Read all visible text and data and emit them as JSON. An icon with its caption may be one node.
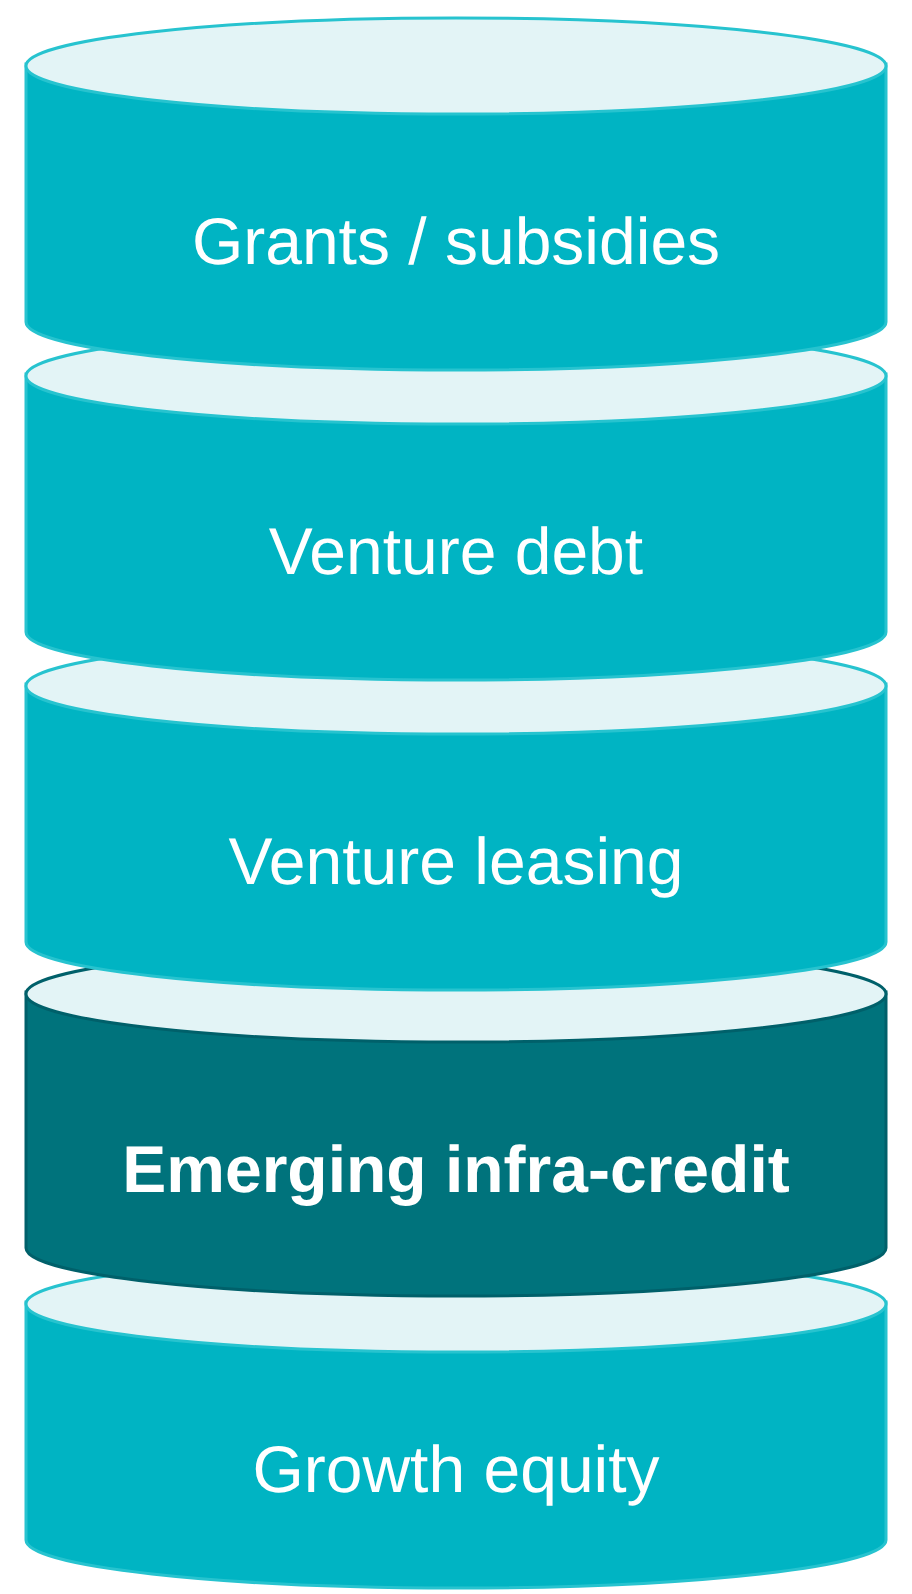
{
  "diagram": {
    "nodes": [
      {
        "text": [
          "Grants / subsidies"
        ]
      },
      {
        "text": [
          "Venture debt"
        ]
      },
      {
        "text": [
          "Venture leasing"
        ]
      },
      {
        "text": [
          "Emerging infra-credit"
        ]
      },
      {
        "text": [
          "Growth equity"
        ]
      }
    ]
  }
}
